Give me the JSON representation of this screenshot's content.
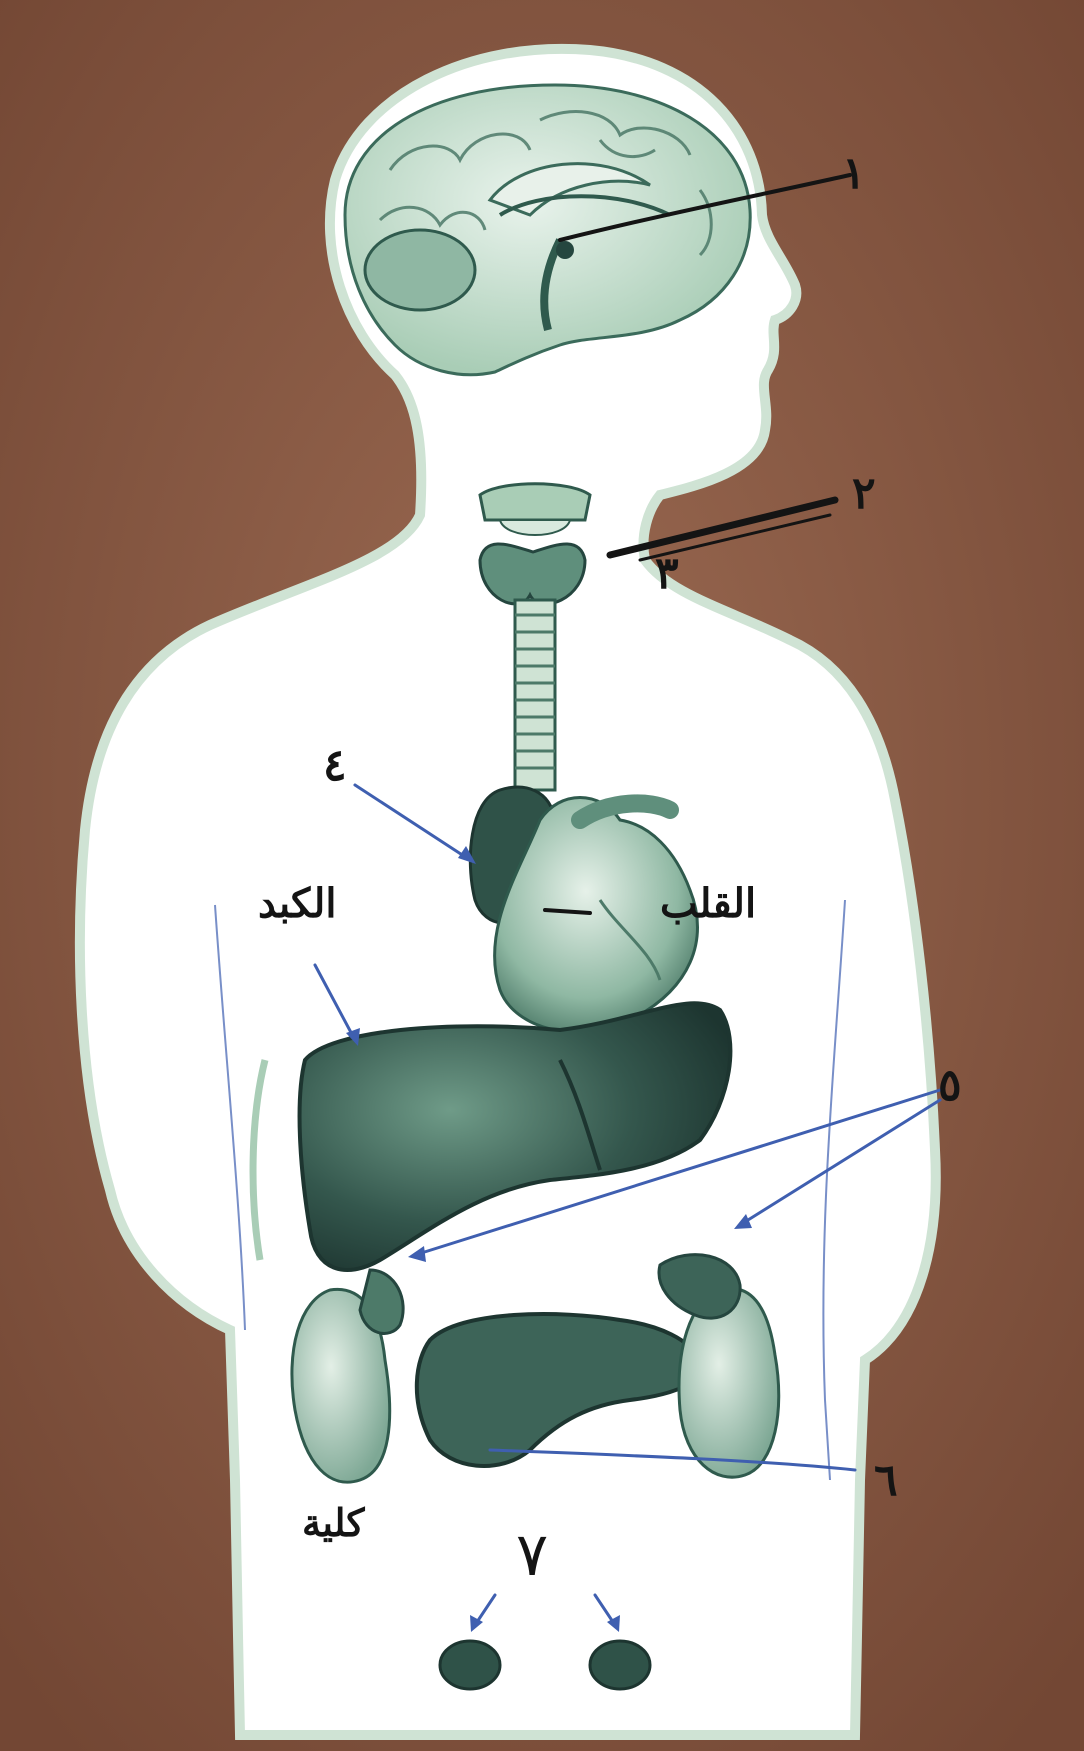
{
  "colors": {
    "background": "#8a5a44",
    "background_dark": "#6e4533",
    "body_fill": "#ffffff",
    "body_outline": "#cfe3d4",
    "organ_light": "#a9cdb6",
    "organ_mid": "#5f8f7c",
    "organ_dark": "#25463f",
    "ink": "#141414",
    "pointer_blue": "#3f5fb0"
  },
  "labels": {
    "num_1": "١",
    "num_2": "٢",
    "num_3": "٣",
    "num_4": "٤",
    "num_5": "٥",
    "num_6": "٦",
    "num_7": "٧",
    "heart": "القلب",
    "liver": "الكبد",
    "kidney": "كلية"
  }
}
